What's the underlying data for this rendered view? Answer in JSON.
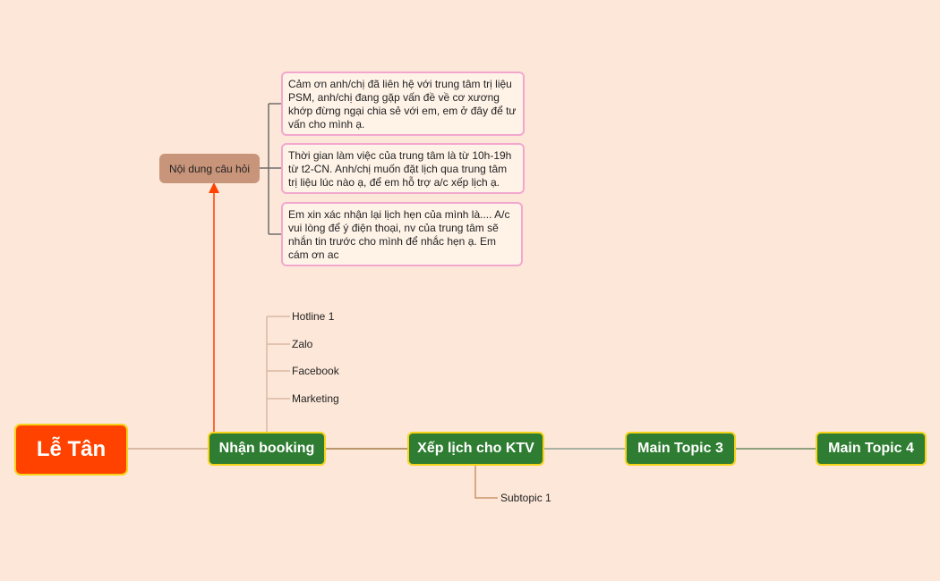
{
  "central": {
    "label": "Lễ Tân"
  },
  "main_topics": [
    {
      "label": "Nhận booking"
    },
    {
      "label": "Xếp lịch cho KTV"
    },
    {
      "label": "Main Topic 3"
    },
    {
      "label": "Main Topic 4"
    }
  ],
  "booking_subtopics": [
    "Hotline 1",
    "Zalo",
    "Facebook",
    "Marketing"
  ],
  "ktv_subtopics": [
    "Subtopic 1"
  ],
  "floating_topic": {
    "label": "Nội dung câu hỏi"
  },
  "notes": [
    "Cảm ơn anh/chị đã liên hệ với trung tâm trị liệu PSM, anh/chị đang gặp vấn đề về cơ xương khớp đừng ngại chia sẻ với em, em ở đây để tư vấn cho mình ạ.",
    "Thời gian làm việc của trung tâm là từ 10h-19h từ t2-CN. Anh/chị muốn đặt lịch qua trung tâm trị liệu lúc nào ạ, để em hỗ trợ a/c xếp lịch ạ.",
    "Em xin xác nhận lại lịch hẹn của mình là.... A/c vui lòng để ý điện thoại, nv của trung tâm sẽ nhắn tin trước cho mình để nhắc hẹn ạ. Em cám ơn ac"
  ],
  "colors": {
    "background": "#FDE7D8",
    "central": "#FF4200",
    "main_topic": "#2E7D32",
    "border": "#F5D31A",
    "arrow": "#FF4200",
    "note_border": "#F2A7CF"
  }
}
